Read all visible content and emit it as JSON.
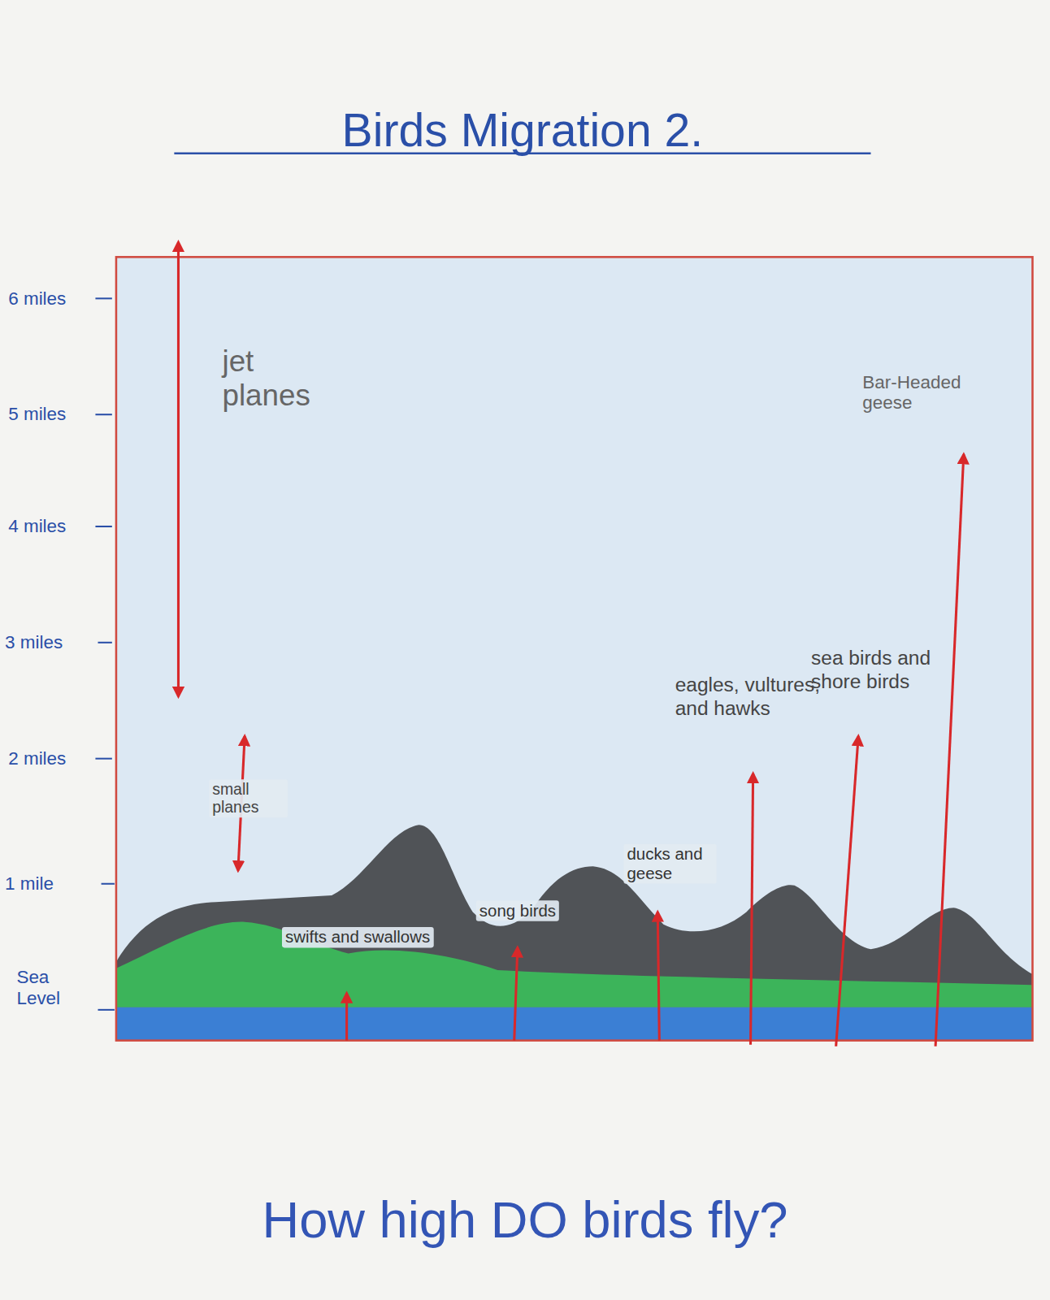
{
  "diagram": {
    "title": "Birds Migration 2.",
    "caption": "How high DO birds fly?",
    "labels": [
      "6 miles",
      "5 miles",
      "4 miles",
      "3 miles",
      "2 miles",
      "1 mile",
      "Sea Level",
      "jet planes",
      "small planes",
      "swifts and swallows",
      "song birds",
      "ducks and geese",
      "eagles, vultures, and hawks",
      "sea birds and shore birds",
      "Bar-Headed geese"
    ]
  }
}
